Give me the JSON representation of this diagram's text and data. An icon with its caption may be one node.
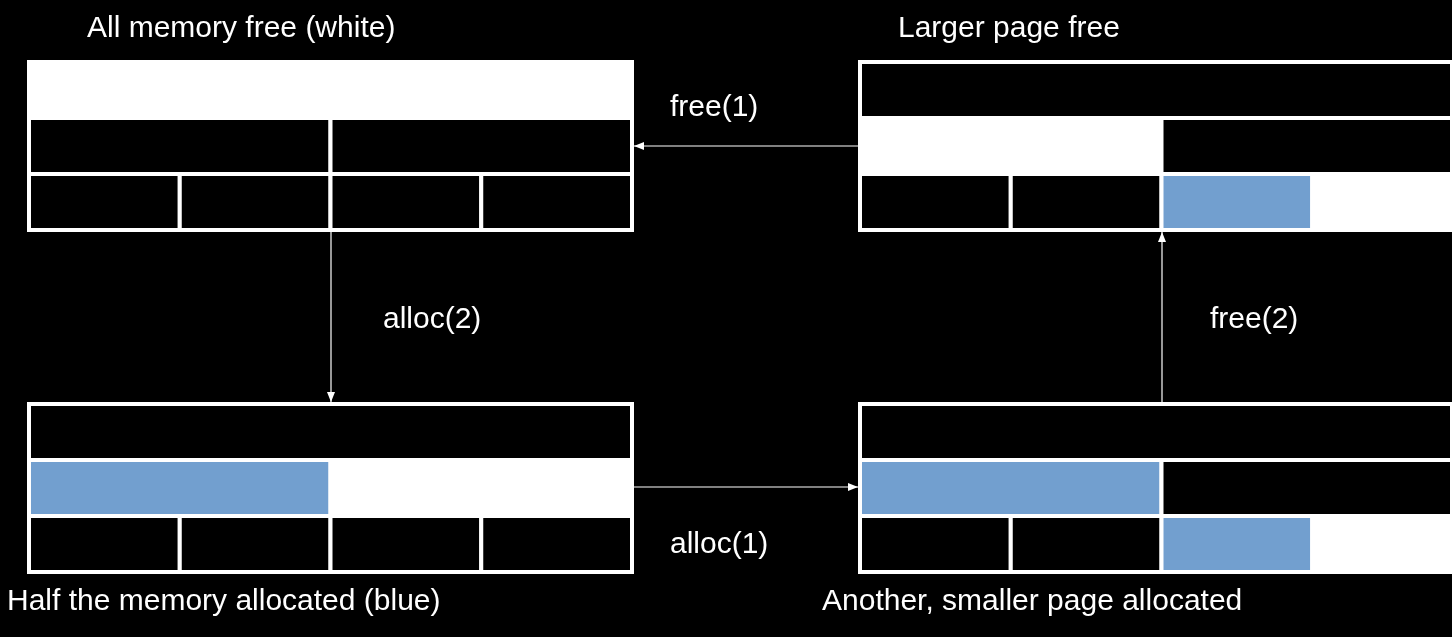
{
  "diagram": {
    "nodes": [
      {
        "text": [
          "All memory free (white)"
        ]
      },
      {
        "text": [
          "Larger page free"
        ]
      },
      {
        "text": [
          "Half the memory allocated (blue)"
        ]
      },
      {
        "text": [
          "Another, smaller page allocated"
        ]
      }
    ],
    "edges": [
      {
        "from": 0,
        "to": 2,
        "arrow": "to",
        "label": "alloc(2)"
      },
      {
        "from": 2,
        "to": 3,
        "arrow": "to",
        "label": "alloc(1)"
      },
      {
        "from": 3,
        "to": 1,
        "arrow": "to",
        "label": "free(2)"
      },
      {
        "from": 1,
        "to": 0,
        "arrow": "to",
        "label": "free(1)"
      }
    ]
  }
}
